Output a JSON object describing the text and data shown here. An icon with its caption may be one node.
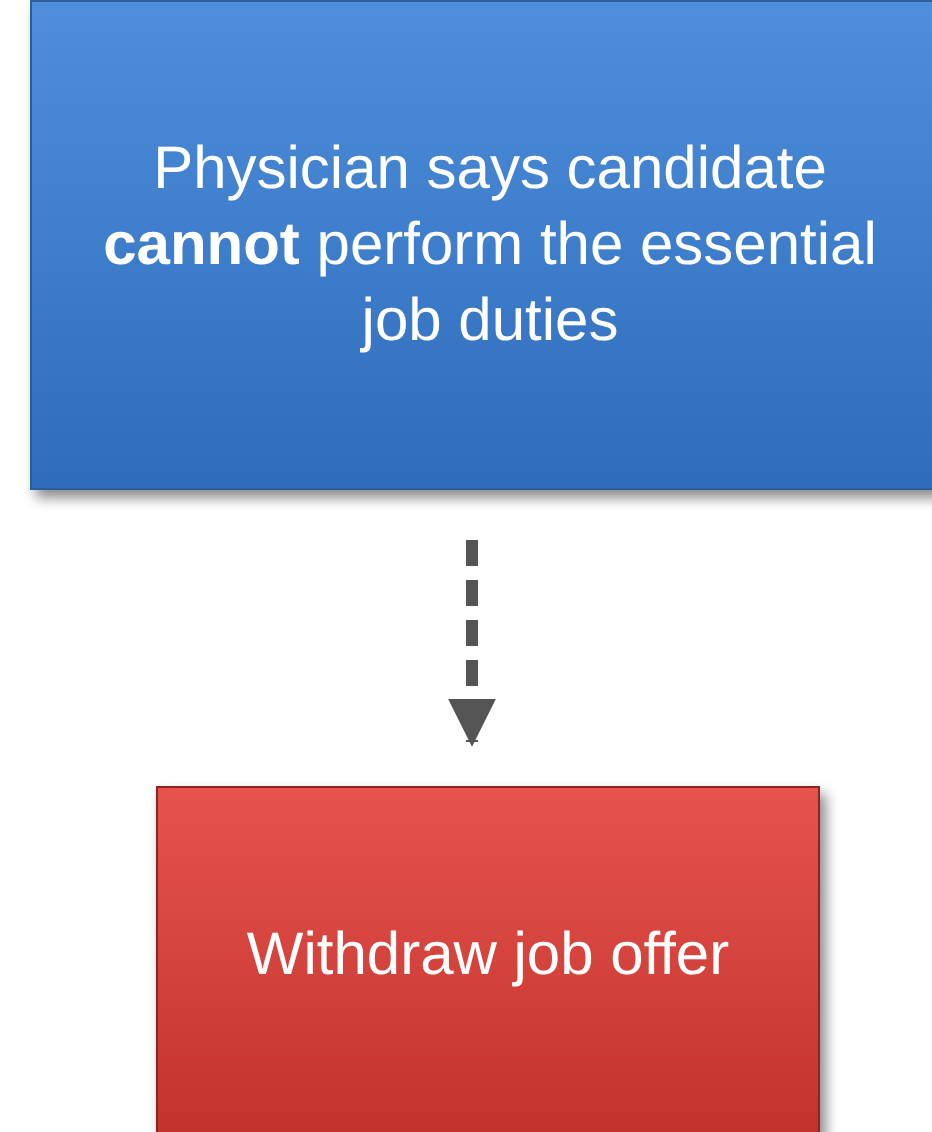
{
  "diagram": {
    "nodes": [
      {
        "text": [
          "Physician says candidate **cannot** perform the essential job duties"
        ]
      },
      {
        "text": [
          "Withdraw job offer"
        ]
      }
    ],
    "edges": [
      {
        "from": 0,
        "to": 1,
        "arrow": "to",
        "style": "dashed"
      }
    ]
  }
}
